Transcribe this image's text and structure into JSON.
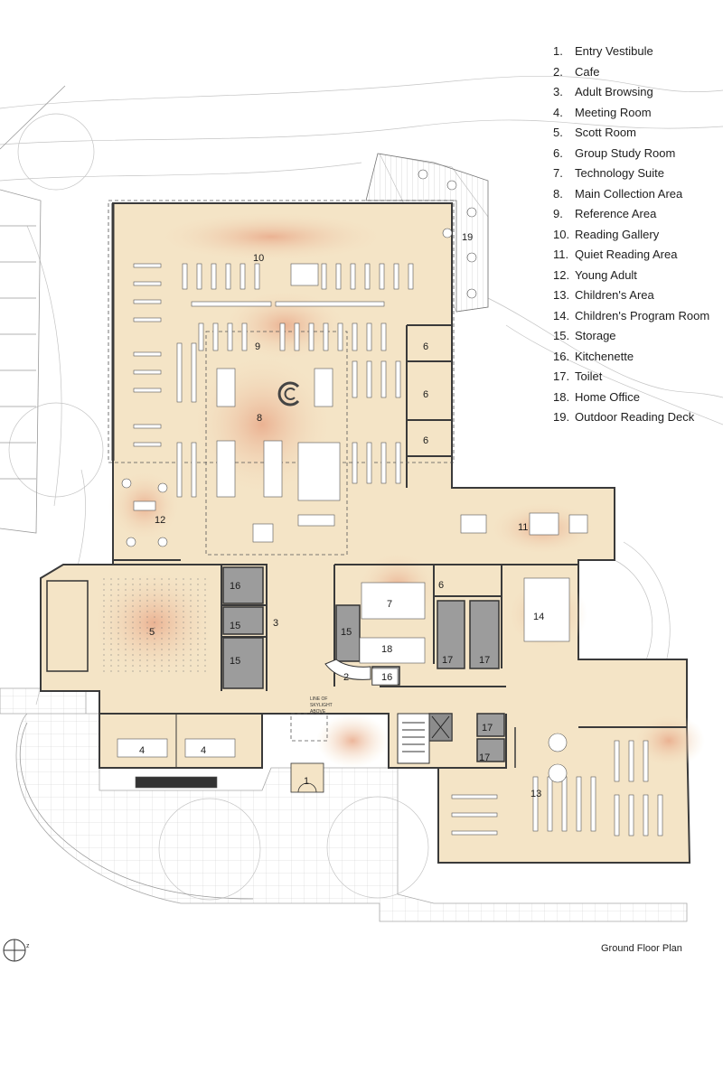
{
  "legend": [
    {
      "num": "1.",
      "label": "Entry Vestibule"
    },
    {
      "num": "2.",
      "label": "Cafe"
    },
    {
      "num": "3.",
      "label": "Adult Browsing"
    },
    {
      "num": "4.",
      "label": "Meeting Room"
    },
    {
      "num": "5.",
      "label": "Scott Room"
    },
    {
      "num": "6.",
      "label": "Group Study Room"
    },
    {
      "num": "7.",
      "label": "Technology Suite"
    },
    {
      "num": "8.",
      "label": "Main Collection Area"
    },
    {
      "num": "9.",
      "label": "Reference Area"
    },
    {
      "num": "10.",
      "label": "Reading Gallery"
    },
    {
      "num": "11.",
      "label": "Quiet Reading Area"
    },
    {
      "num": "12.",
      "label": "Young Adult"
    },
    {
      "num": "13.",
      "label": "Children's Area"
    },
    {
      "num": "14.",
      "label": "Children's Program Room"
    },
    {
      "num": "15.",
      "label": "Storage"
    },
    {
      "num": "16.",
      "label": "Kitchenette"
    },
    {
      "num": "17.",
      "label": "Toilet"
    },
    {
      "num": "18.",
      "label": "Home Office"
    },
    {
      "num": "19.",
      "label": "Outdoor Reading Deck"
    }
  ],
  "room_labels": {
    "r1": "1",
    "r2": "2",
    "r3": "3",
    "r4a": "4",
    "r4b": "4",
    "r5": "5",
    "r6a": "6",
    "r6b": "6",
    "r6c": "6",
    "r6d": "6",
    "r7": "7",
    "r8": "8",
    "r9": "9",
    "r10": "10",
    "r11": "11",
    "r12": "12",
    "r13": "13",
    "r14": "14",
    "r15a": "15",
    "r15b": "15",
    "r15c": "15",
    "r16a": "16",
    "r16b": "16",
    "r17a": "17",
    "r17b": "17",
    "r17c": "17",
    "r17d": "17",
    "r18": "18",
    "r19": "19"
  },
  "skylight_note": [
    "LINE OF",
    "SKYLIGHT",
    "ABOVE"
  ],
  "caption": "Ground Floor Plan",
  "colors": {
    "floor": "#f4e4c6",
    "warm": "#eab48e",
    "wall": "#333333",
    "site": "#bcbcbc"
  }
}
